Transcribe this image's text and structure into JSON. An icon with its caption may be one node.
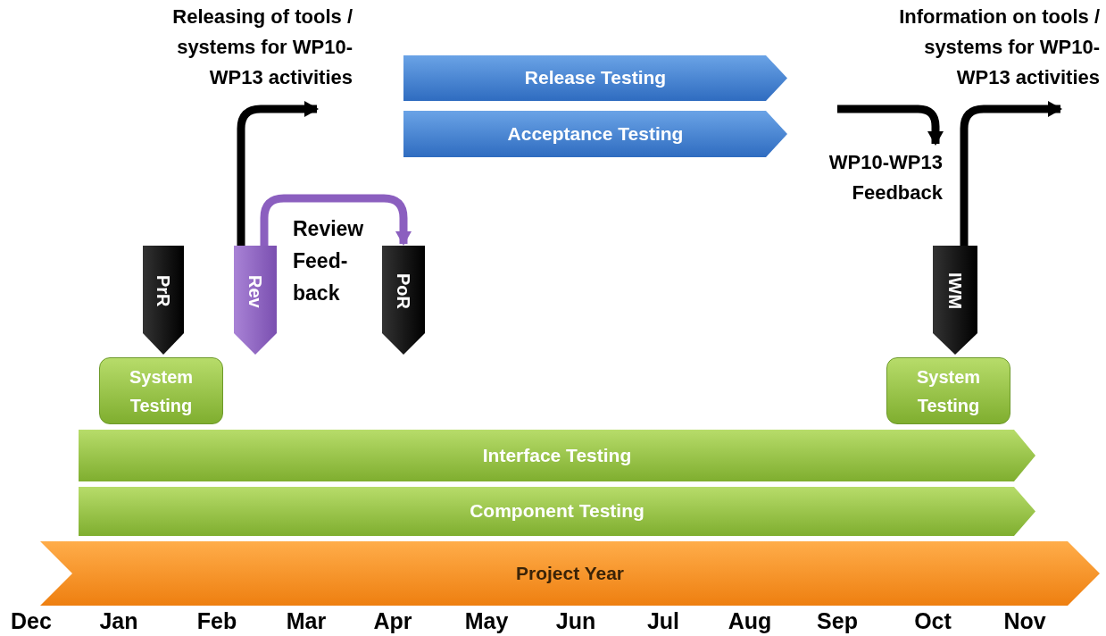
{
  "diagram": {
    "nodes": [
      {
        "text": [
          "Releasing of tools / systems for WP10-WP13 activities"
        ]
      },
      {
        "text": [
          "Release Testing"
        ]
      },
      {
        "text": [
          "Acceptance Testing"
        ]
      },
      {
        "text": [
          "Information on tools / systems for WP10-WP13 activities"
        ]
      },
      {
        "text": [
          "WP10-WP13 Feedback"
        ]
      },
      {
        "text": [
          "PrR"
        ]
      },
      {
        "text": [
          "Rev"
        ]
      },
      {
        "text": [
          "PoR"
        ]
      },
      {
        "text": [
          "IWM"
        ]
      },
      {
        "text": [
          "System Testing"
        ]
      },
      {
        "text": [
          "System Testing"
        ]
      },
      {
        "text": [
          "Interface Testing"
        ]
      },
      {
        "text": [
          "Component Testing"
        ]
      },
      {
        "text": [
          "Project Year"
        ],
        "beside": [
          "Dec",
          "Jan",
          "Feb",
          "Mar",
          "Apr",
          "May",
          "Jun",
          "Jul",
          "Aug",
          "Sep",
          "Oct",
          "Nov"
        ]
      }
    ],
    "edges": [
      {
        "from": 6,
        "to": 0,
        "arrow": "to"
      },
      {
        "from": 6,
        "to": 7,
        "arrow": "to",
        "color": "#8b5fbf",
        "label": "Review Feed-back"
      },
      {
        "from": null,
        "to": 4,
        "arrow": "to"
      },
      {
        "from": 8,
        "to": 3,
        "arrow": "to"
      }
    ]
  }
}
